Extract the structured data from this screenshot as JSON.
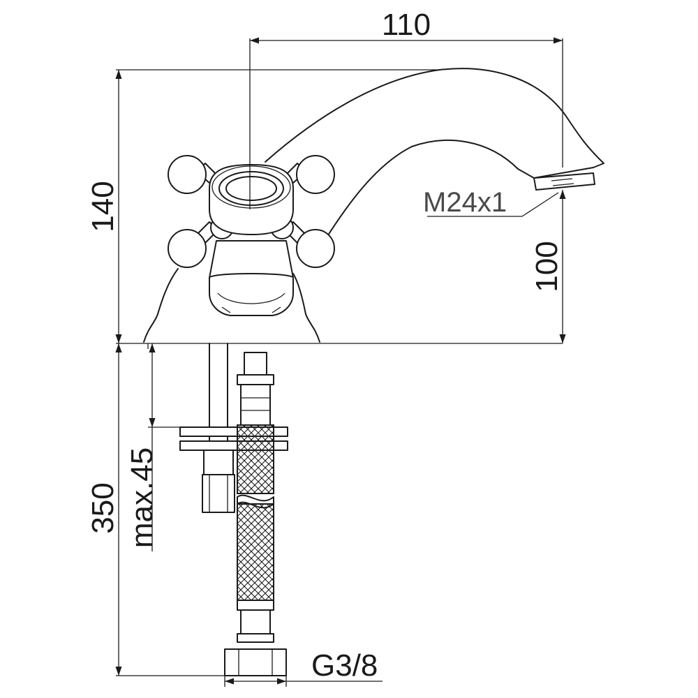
{
  "drawing": {
    "dimensions": {
      "spout_reach": "110",
      "total_height": "140",
      "spout_height": "100",
      "hose_length": "350",
      "mount_thickness": "max.45"
    },
    "labels": {
      "aerator_thread": "M24x1",
      "hose_connection": "G3/8"
    }
  }
}
